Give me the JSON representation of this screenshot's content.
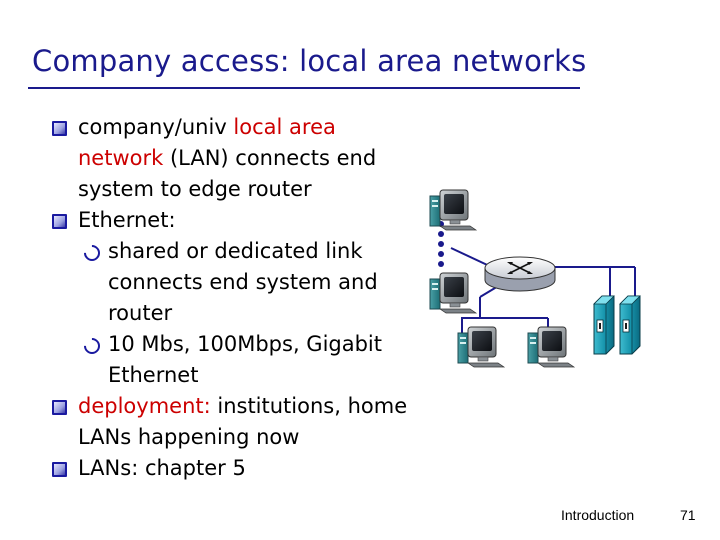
{
  "slide": {
    "title": "Company access: local area networks",
    "footer_label": "Introduction",
    "page_number": "71"
  },
  "bullets": {
    "b1_pre": "company/univ ",
    "b1_red": "local area network",
    "b1_post": " (LAN) connects end system to edge router",
    "b2": "Ethernet:",
    "b2_sub1": "shared or dedicated link connects end system and router",
    "b2_sub2": "10 Mbs, 100Mbps, Gigabit Ethernet",
    "b3_red": "deployment:",
    "b3_post": " institutions, home LANs happening now",
    "b4": "LANs: chapter 5"
  },
  "colors": {
    "title": "#1a1a8c",
    "highlight": "#cc0000",
    "link": "#1a1a8c"
  },
  "icons": [
    "desktop-computer-icon",
    "router-icon",
    "server-icon"
  ]
}
